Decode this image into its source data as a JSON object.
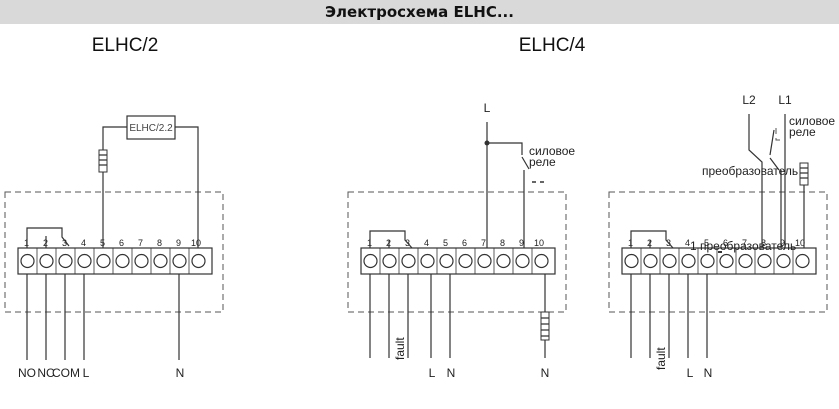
{
  "title": "Электросхема ELHC...",
  "diagram1": {
    "title": "ELHC/2",
    "terminals": [
      "1",
      "2",
      "3",
      "4",
      "5",
      "6",
      "7",
      "8",
      "9",
      "10"
    ],
    "box_label": "ELHC/2.2",
    "bottom_labels": [
      "NO",
      "NC",
      "COM",
      "L",
      "N"
    ]
  },
  "diagram2": {
    "title": "ELHC/4",
    "terminals": [
      "1",
      "2",
      "3",
      "4",
      "5",
      "6",
      "7",
      "8",
      "9",
      "10"
    ],
    "top_label": "L",
    "relay_label_1": "силовое",
    "relay_label_2": "реле",
    "bottom_labels": [
      "fault",
      "L",
      "N",
      "N"
    ]
  },
  "diagram3": {
    "terminals": [
      "1",
      "2",
      "3",
      "4",
      "5",
      "6",
      "7",
      "8",
      "9",
      "10"
    ],
    "top_label_1": "L2",
    "top_label_2": "L1",
    "relay_label_1": "силовое",
    "relay_label_2": "реле",
    "converter_label": "преобразователь",
    "converter_label_2": "1 преобразователь",
    "bottom_labels": [
      "fault",
      "L",
      "N"
    ]
  }
}
